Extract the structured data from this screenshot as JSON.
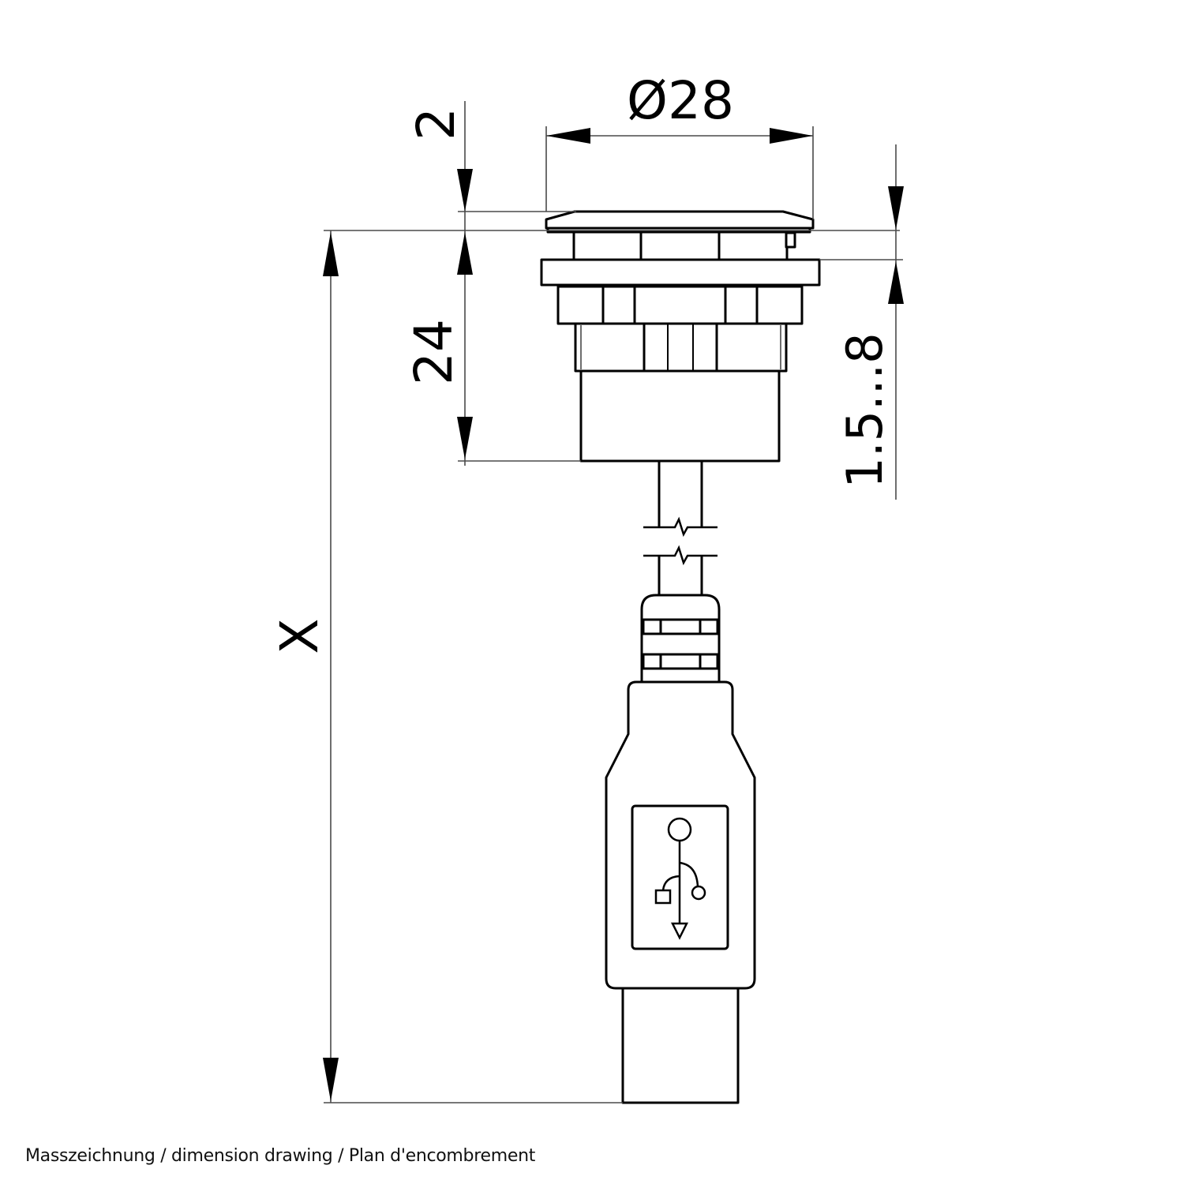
{
  "drawing": {
    "type": "dimension drawing",
    "subject": "panel-mount USB socket with cable and USB type-A plug",
    "dimensions": {
      "diameter": "Ø28",
      "bezel_height": "2",
      "body_depth": "24",
      "panel_thickness": "1.5...8",
      "cable_length": "X"
    },
    "icons": [
      "usb-symbol-icon",
      "cable-break-icon"
    ]
  },
  "caption": {
    "text": "Masszeichnung / dimension drawing / Plan d'encombrement"
  },
  "colors": {
    "line": "#000000",
    "dimension_line": "#4a4a4a",
    "background": "#ffffff"
  }
}
